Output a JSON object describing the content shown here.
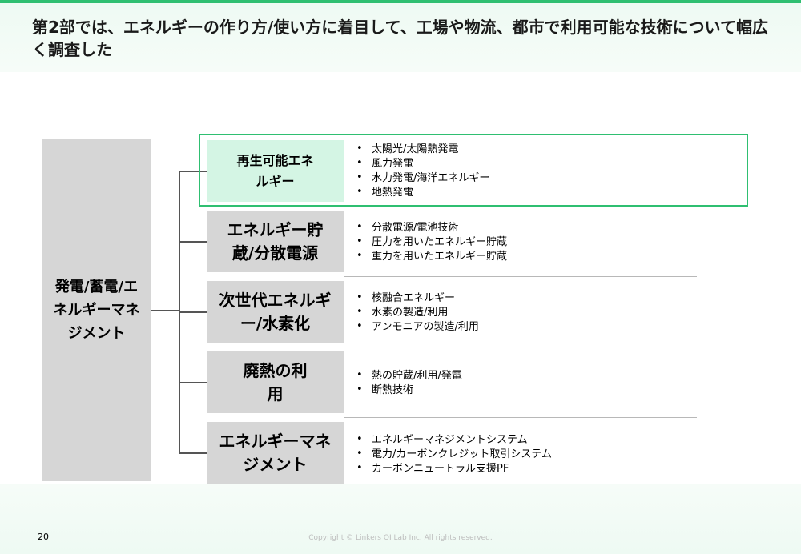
{
  "title": "第2部では、エネルギーの作り方/使い方に着目して、工場や物流、都市で利用可能な技術について幅広く調査した",
  "root": {
    "label": "発電/蓄電/エネルギーマネジメント"
  },
  "categories": [
    {
      "label": "再生可能エネルギー",
      "highlighted": true,
      "items": [
        "太陽光/太陽熱発電",
        "風力発電",
        "水力発電/海洋エネルギー",
        "地熱発電"
      ]
    },
    {
      "label": "エネルギー貯蔵/分散電源",
      "items": [
        "分散電源/電池技術",
        "圧力を用いたエネルギー貯蔵",
        "重力を用いたエネルギー貯蔵"
      ]
    },
    {
      "label": "次世代エネルギー/水素化",
      "items": [
        "核融合エネルギー",
        "水素の製造/利用",
        "アンモニアの製造/利用"
      ]
    },
    {
      "label": "廃熱の利用",
      "items": [
        "熱の貯蔵/利用/発電",
        "断熱技術"
      ]
    },
    {
      "label": "エネルギーマネジメント",
      "items": [
        "エネルギーマネジメントシステム",
        "電力/カーボンクレジット取引システム",
        "カーボンニュートラル支援PF"
      ]
    }
  ],
  "colors": {
    "accent": "#2fbf71",
    "highlight_fill": "#d4f5e4",
    "box_fill": "#d6d6d6"
  },
  "footer": {
    "page_number": "20",
    "copyright": "Copyright © Linkers OI Lab Inc. All rights reserved."
  }
}
